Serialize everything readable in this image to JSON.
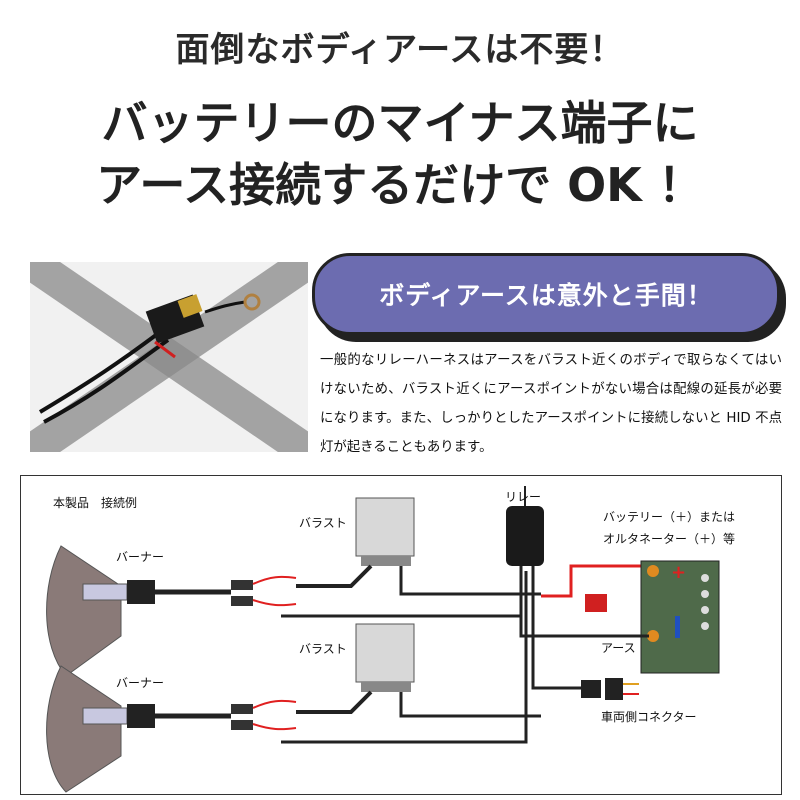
{
  "headline": {
    "line1": "面倒なボディアースは不要！",
    "line2": "バッテリーのマイナス端子に",
    "line3": "アース接続するだけで OK ！"
  },
  "banner": {
    "text": "ボディアースは意外と手間！"
  },
  "description": "一般的なリレーハーネスはアースをバラスト近くのボディで取らなくてはいけないため、バラスト近くにアースポイントがない場合は配線の延長が必要になります。また、しっかりとしたアースポイントに接続しないと HID 不点灯が起きることもあります。",
  "diagram": {
    "title": "本製品　接続例",
    "burner_top": "バーナー",
    "burner_bottom": "バーナー",
    "ballast_top": "バラスト",
    "ballast_bottom": "バラスト",
    "relay": "リレー",
    "battery_line1": "バッテリー（＋）または",
    "battery_line2": "オルタネーター（＋）等",
    "ground": "アース",
    "vehicle_connector": "車両側コネクター"
  },
  "colors": {
    "banner_bg": "#6c6cb0",
    "wire_red": "#e02020",
    "battery_body": "#4f6a4a",
    "cross": "#8a8a8a"
  }
}
